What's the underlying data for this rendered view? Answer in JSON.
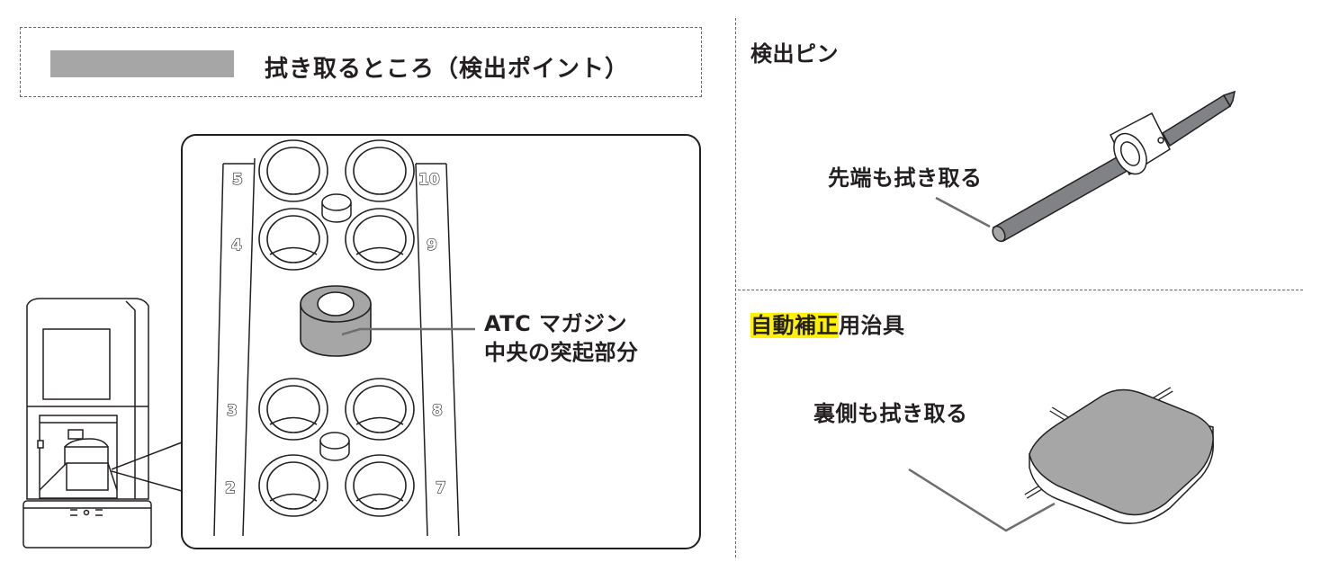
{
  "header": {
    "title": "拭き取るところ（検出ポイント）",
    "legend_swatch_color": "#a6a6a6"
  },
  "magazine": {
    "callout_line1": "ATC マガジン",
    "callout_line2": "中央の突起部分",
    "slot_numbers_left": [
      "5",
      "4",
      "3",
      "2"
    ],
    "slot_numbers_right": [
      "10",
      "9",
      "8",
      "7"
    ]
  },
  "detection_pin": {
    "title": "検出ピン",
    "note": "先端も拭き取る"
  },
  "calibration_jig": {
    "title_highlight": "自動補正",
    "title_rest": "用治具",
    "note": "裏側も拭き取る",
    "highlight_color": "#fff200"
  }
}
